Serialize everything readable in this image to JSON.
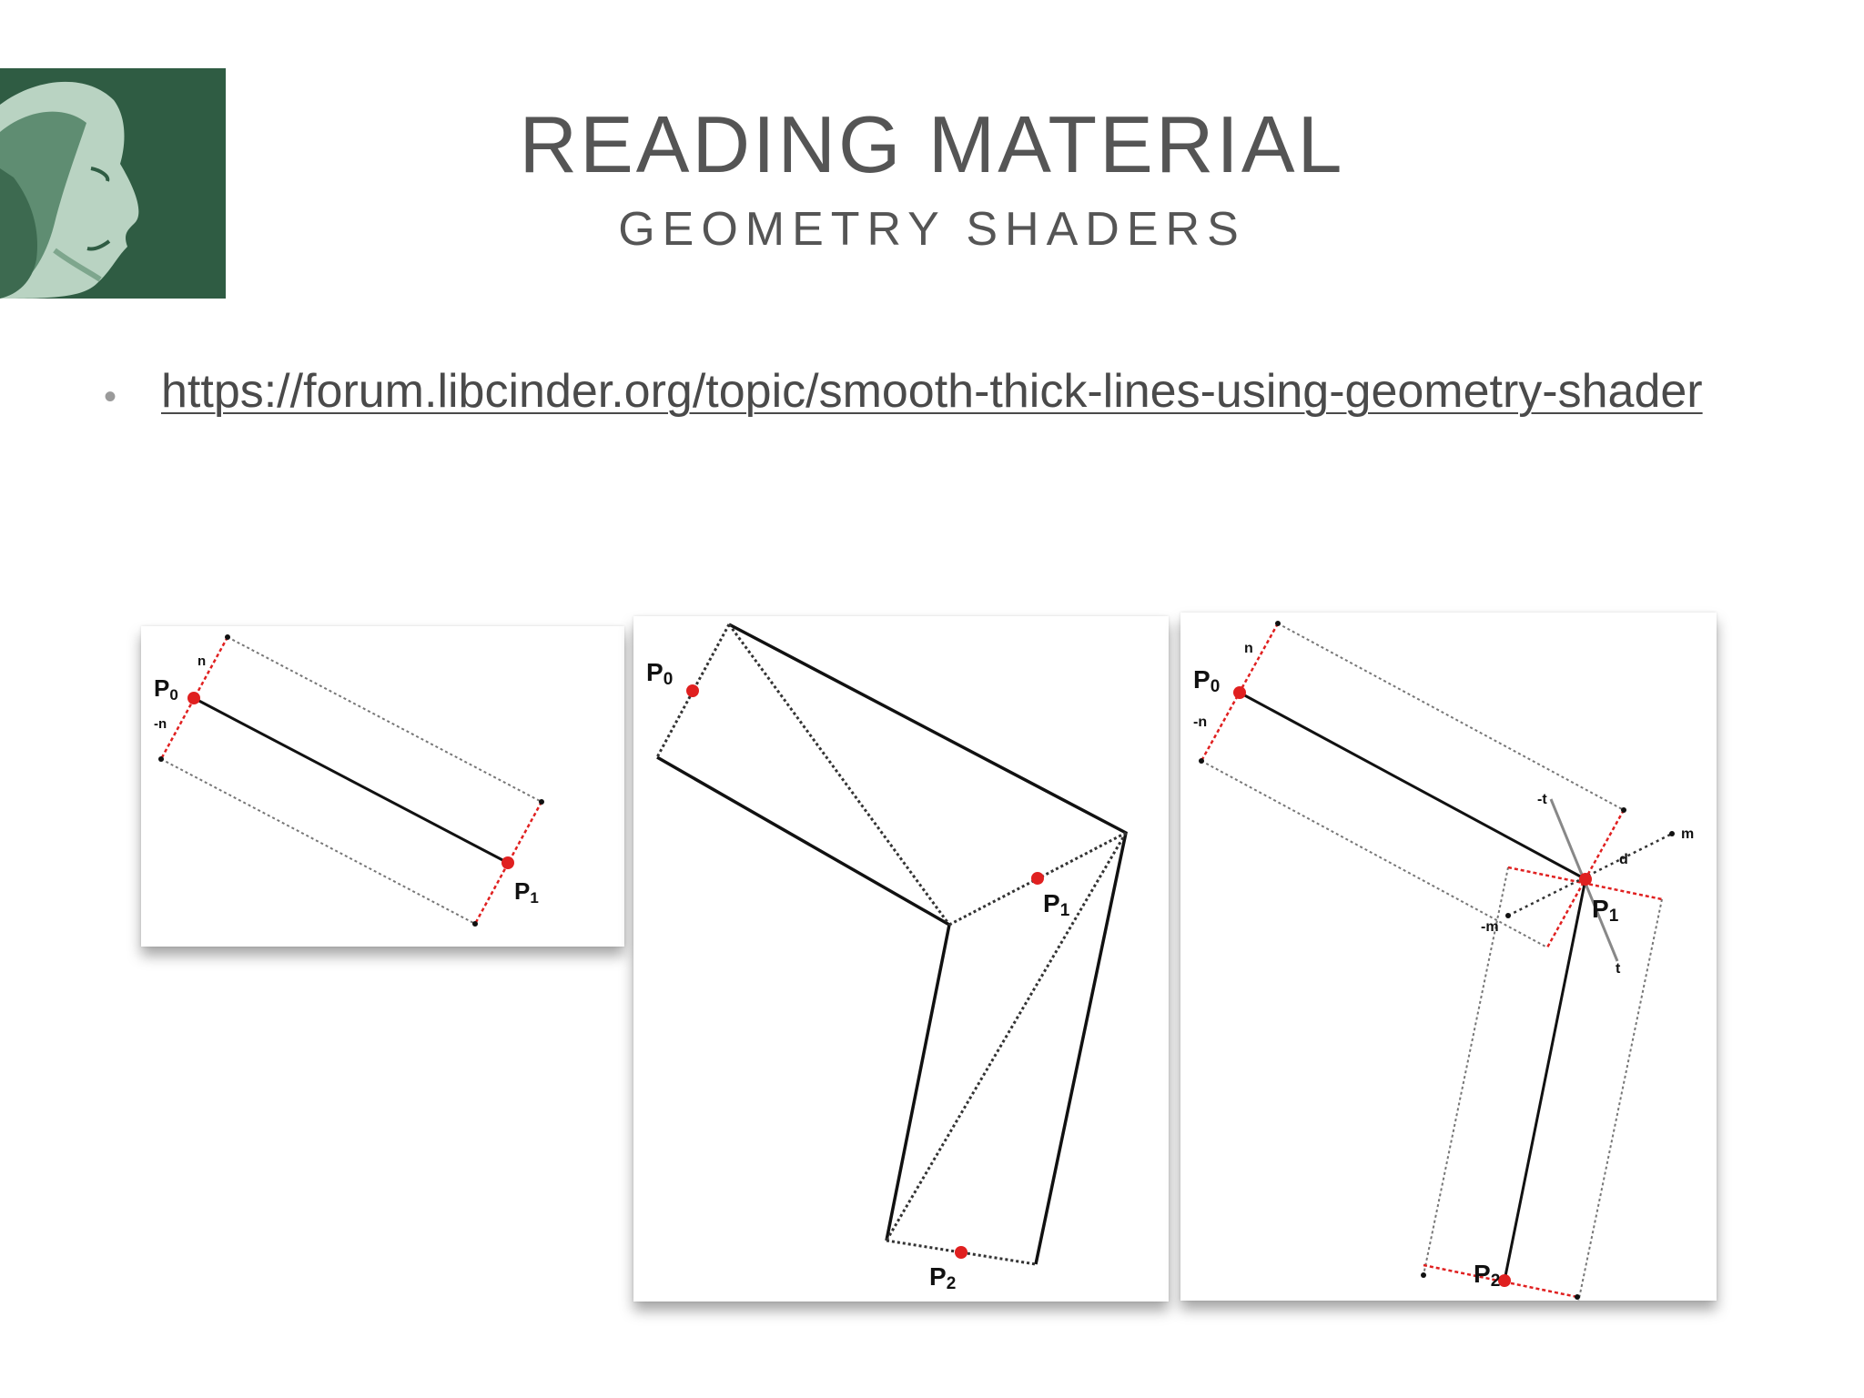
{
  "slide": {
    "title": "READING MATERIAL",
    "subtitle": "GEOMETRY SHADERS",
    "bullets": [
      {
        "text": "https://forum.libcinder.org/topic/smooth-thick-lines-using-geometry-shader"
      }
    ]
  },
  "diagrams": {
    "panel1": {
      "p0": "P",
      "p0_sub": "0",
      "p1": "P",
      "p1_sub": "1",
      "n": "n",
      "neg_n": "-n"
    },
    "panel2": {
      "p0": "P",
      "p0_sub": "0",
      "p1": "P",
      "p1_sub": "1",
      "p2": "P",
      "p2_sub": "2"
    },
    "panel3": {
      "p0": "P",
      "p0_sub": "0",
      "p1": "P",
      "p1_sub": "1",
      "p2": "P",
      "p2_sub": "2",
      "n": "n",
      "neg_n": "-n",
      "t": "t",
      "neg_t": "-t",
      "m": "m",
      "neg_m": "-m",
      "d": "d"
    }
  },
  "colors": {
    "portrait_bg": "#2f5c43",
    "highlight_red": "#e02020",
    "text_gray": "#555555"
  }
}
